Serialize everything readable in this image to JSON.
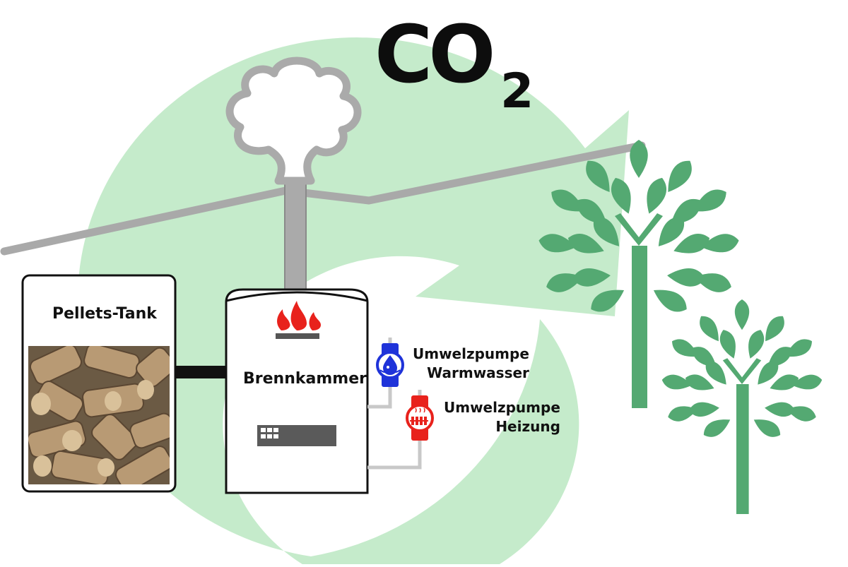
{
  "title": {
    "main": "CO",
    "subscript": "2"
  },
  "tank": {
    "label": "Pellets-Tank"
  },
  "chamber": {
    "label": "Brennkammer"
  },
  "pump_warm": {
    "line1": "Umwelzpumpe",
    "line2": "Warmwasser"
  },
  "pump_heat": {
    "line1": "Umwelzpumpe",
    "line2": "Heizung"
  },
  "colors": {
    "cycle_arrow": "#c5ebcb",
    "tree": "#54a972",
    "smoke": "#a9a9a9",
    "flame": "#e8221c",
    "pump_warm": "#1f33d9",
    "pump_heat": "#e8221c",
    "outline": "#111111"
  },
  "icons": {
    "cycle": "co2-cycle-arrow",
    "cloud": "smoke-cloud-icon",
    "flame": "flame-icon",
    "water_drop": "water-drop-icon",
    "radiator": "radiator-icon",
    "tree": "tree-icon"
  }
}
